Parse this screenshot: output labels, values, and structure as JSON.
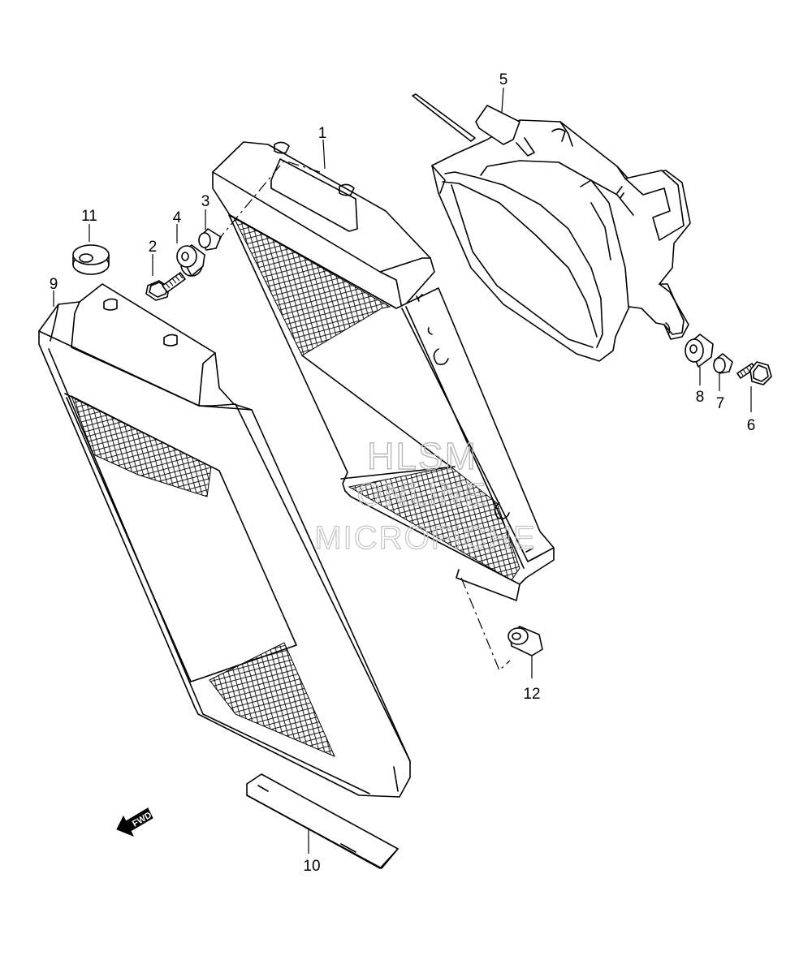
{
  "callouts": {
    "c1": "1",
    "c2": "2",
    "c3": "3",
    "c4": "4",
    "c5": "5",
    "c6": "6",
    "c7": "7",
    "c8": "8",
    "c9": "9",
    "c10": "10",
    "c11": "11",
    "c12": "12"
  },
  "watermark": {
    "line1": "HLSM",
    "line2": "ONLINE",
    "line3": "MICROFICHE"
  },
  "direction_marker": {
    "label": "FWD",
    "icon": "fwd-arrow-icon"
  }
}
